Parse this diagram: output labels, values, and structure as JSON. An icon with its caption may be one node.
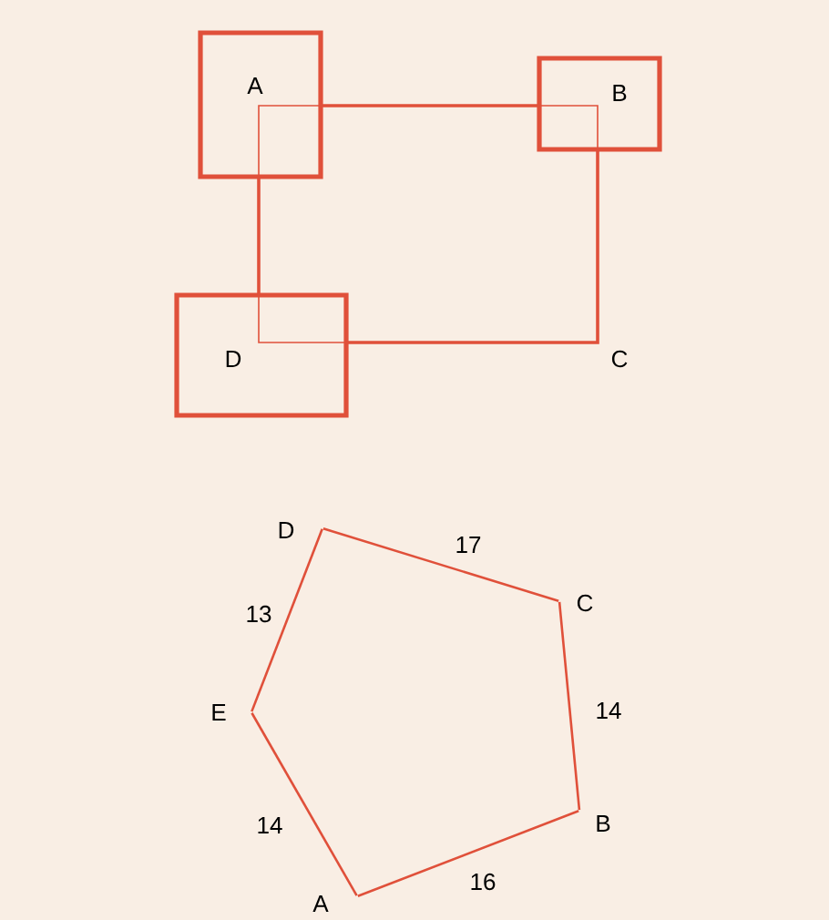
{
  "diagram": {
    "nodes": [
      {
        "text": [],
        "shape": "point",
        "beside": [
          "D"
        ]
      },
      {
        "text": [],
        "shape": "point",
        "beside": [
          "C"
        ]
      },
      {
        "text": [],
        "shape": "point",
        "beside": [
          "B"
        ]
      },
      {
        "text": [],
        "shape": "point",
        "beside": [
          "A"
        ]
      },
      {
        "text": [],
        "shape": "point",
        "beside": [
          "E"
        ]
      }
    ],
    "edges": [
      {
        "from": 0,
        "to": 1,
        "arrow": "none",
        "label": "17"
      },
      {
        "from": 1,
        "to": 2,
        "arrow": "none",
        "label": "14"
      },
      {
        "from": 2,
        "to": 3,
        "arrow": "none",
        "label": "16"
      },
      {
        "from": 3,
        "to": 4,
        "arrow": "none",
        "label": "14"
      },
      {
        "from": 4,
        "to": 0,
        "arrow": "none",
        "label": "13"
      }
    ],
    "labels": [
      "A",
      "B",
      "D",
      "C"
    ]
  }
}
